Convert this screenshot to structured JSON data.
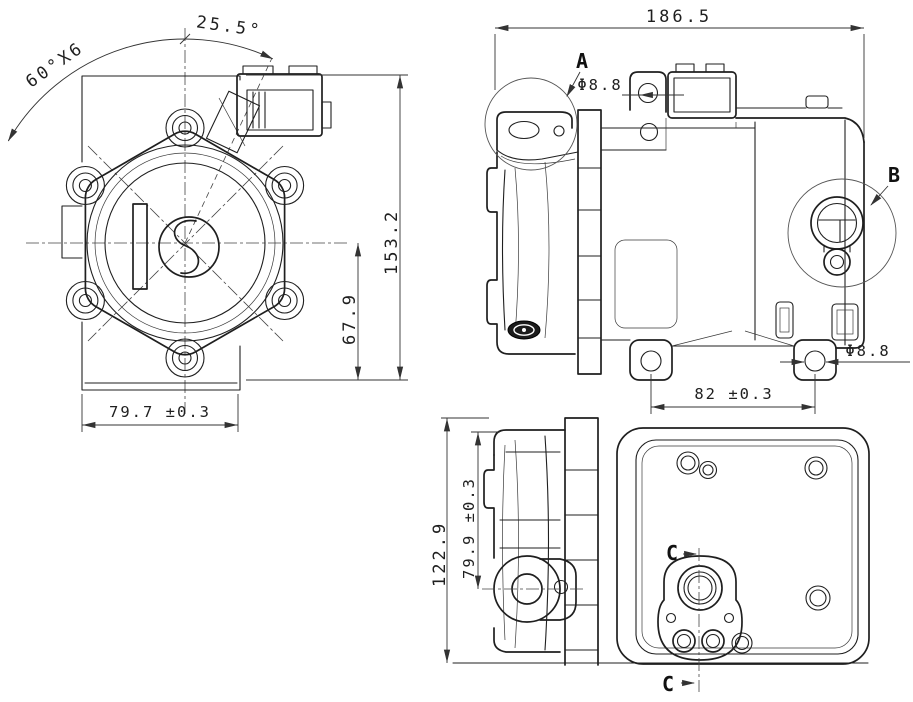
{
  "drawing": {
    "kind": "three-view engineering drawing of an electric scroll compressor",
    "ink_color": "#1f1f1f",
    "background_color": "#ffffff"
  },
  "front_view": {
    "dim_bolt_pattern": "60°X6",
    "dim_connector_angle": "25.5°",
    "dim_overall_height": "153.2",
    "dim_center_to_base": "67.9",
    "dim_base_width": "79.7 ±0.3"
  },
  "side_view": {
    "dim_overall_length": "186.5",
    "label_detail_a": "A",
    "dim_ear_hole_dia": "Φ8.8",
    "label_detail_b": "B",
    "dim_foot_hole_dia": "Φ8.8",
    "dim_foot_spacing": "82 ±0.3"
  },
  "rear_view": {
    "dim_overall_height": "122.9",
    "dim_top_to_ear_hole": "79.9 ±0.3",
    "label_section_top": "C",
    "label_section_bottom": "C"
  }
}
